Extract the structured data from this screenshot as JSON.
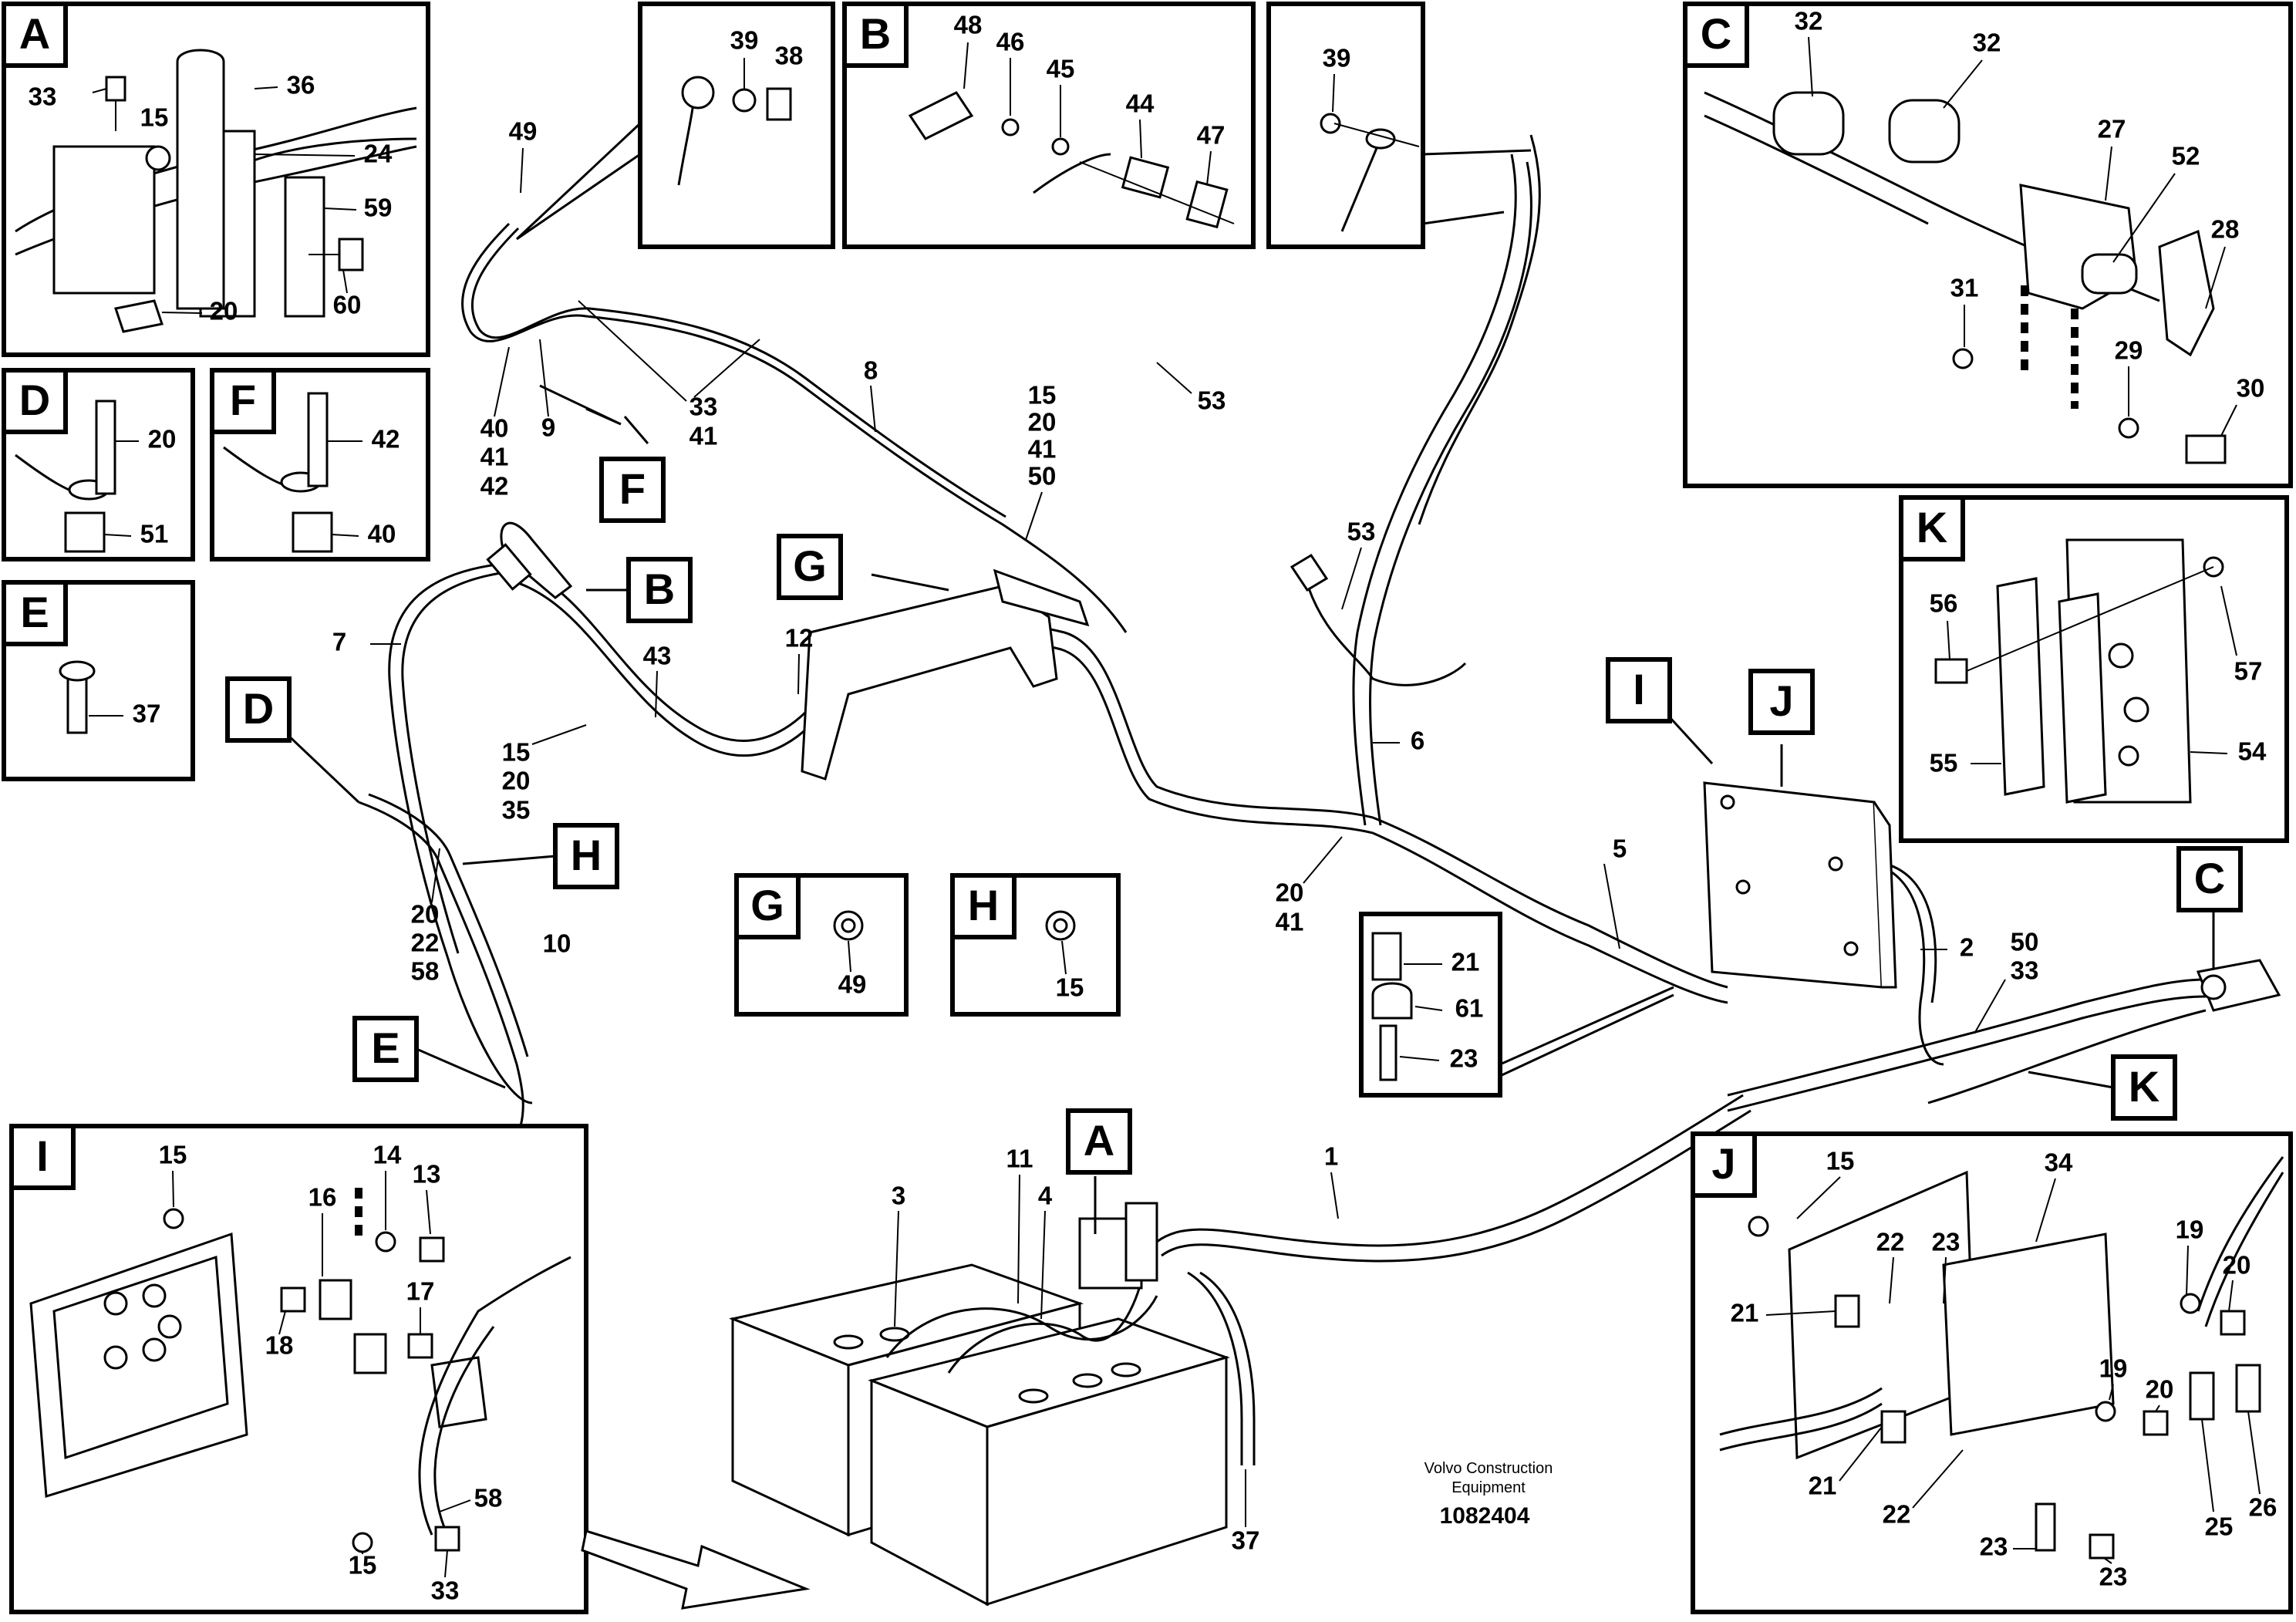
{
  "diagram": {
    "credit_line1": "Volvo Construction",
    "credit_line2": "Equipment",
    "doc_number": "1082404"
  },
  "insets": {
    "A": {
      "letter": "A",
      "labels": [
        "33",
        "15",
        "36",
        "24",
        "59",
        "60",
        "20"
      ]
    },
    "D": {
      "letter": "D",
      "labels": [
        "20",
        "51"
      ]
    },
    "F": {
      "letter": "F",
      "labels": [
        "42",
        "40"
      ]
    },
    "E": {
      "letter": "E",
      "labels": [
        "37"
      ]
    },
    "detail1": {
      "labels": [
        "39",
        "38"
      ]
    },
    "B": {
      "letter": "B",
      "labels": [
        "48",
        "46",
        "45",
        "44",
        "47"
      ]
    },
    "detail2": {
      "labels": [
        "39"
      ]
    },
    "C": {
      "letter": "C",
      "labels": [
        "32",
        "32",
        "27",
        "52",
        "28",
        "31",
        "29",
        "30"
      ]
    },
    "K": {
      "letter": "K",
      "labels": [
        "56",
        "57",
        "55",
        "54"
      ]
    },
    "G": {
      "letter": "G",
      "labels": [
        "49"
      ]
    },
    "H": {
      "letter": "H",
      "labels": [
        "15"
      ]
    },
    "detail3": {
      "labels": [
        "21",
        "61",
        "23"
      ]
    },
    "I": {
      "letter": "I",
      "labels": [
        "15",
        "16",
        "14",
        "13",
        "17",
        "18",
        "58",
        "15",
        "33"
      ]
    },
    "J": {
      "letter": "J",
      "labels": [
        "15",
        "34",
        "22",
        "23",
        "19",
        "20",
        "21",
        "19",
        "20",
        "21",
        "22",
        "25",
        "26",
        "23",
        "23"
      ]
    }
  },
  "main": {
    "tags": [
      "B",
      "G",
      "F",
      "D",
      "H",
      "E",
      "A",
      "I",
      "J",
      "C",
      "K"
    ],
    "labels": [
      "49",
      "33",
      "41",
      "40",
      "41",
      "42",
      "9",
      "8",
      "15",
      "20",
      "41",
      "50",
      "53",
      "53",
      "7",
      "43",
      "12",
      "15",
      "20",
      "35",
      "6",
      "20",
      "22",
      "58",
      "10",
      "20",
      "41",
      "5",
      "2",
      "50",
      "33",
      "1",
      "3",
      "11",
      "4",
      "37"
    ]
  }
}
